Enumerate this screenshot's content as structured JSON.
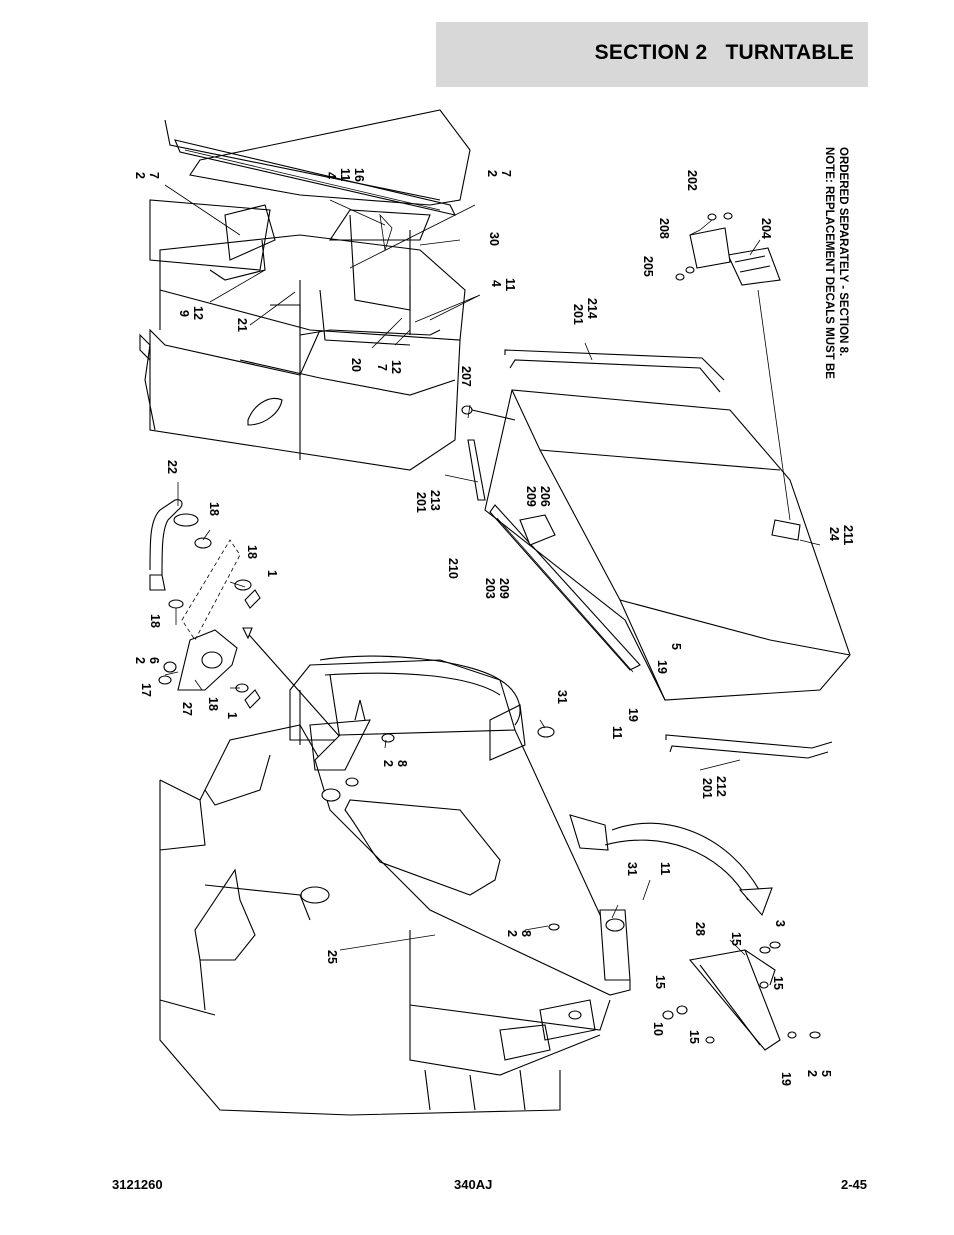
{
  "header": {
    "section": "SECTION 2",
    "title": "TURNTABLE"
  },
  "footer": {
    "left": "3121260",
    "center": "340AJ",
    "right": "2-45"
  },
  "drawing": {
    "note_line1": "NOTE: REPLACEMENT DECALS MUST BE",
    "note_line2": "ORDERED SEPARATELY - SECTION 8.",
    "callouts": [
      "2",
      "7",
      "4",
      "11",
      "16",
      "2",
      "7",
      "30",
      "4",
      "11",
      "9",
      "12",
      "21",
      "20",
      "7",
      "12",
      "22",
      "18",
      "18",
      "1",
      "2",
      "6",
      "17",
      "18",
      "27",
      "18",
      "1",
      "2",
      "8",
      "31",
      "25",
      "2",
      "8",
      "31",
      "11",
      "28",
      "15",
      "3",
      "15",
      "15",
      "10",
      "15",
      "19",
      "2",
      "5",
      "207",
      "201",
      "214",
      "201",
      "213",
      "209",
      "206",
      "210",
      "203",
      "209",
      "5",
      "19",
      "11",
      "19",
      "201",
      "212",
      "24",
      "211",
      "202",
      "208",
      "204",
      "205"
    ]
  }
}
